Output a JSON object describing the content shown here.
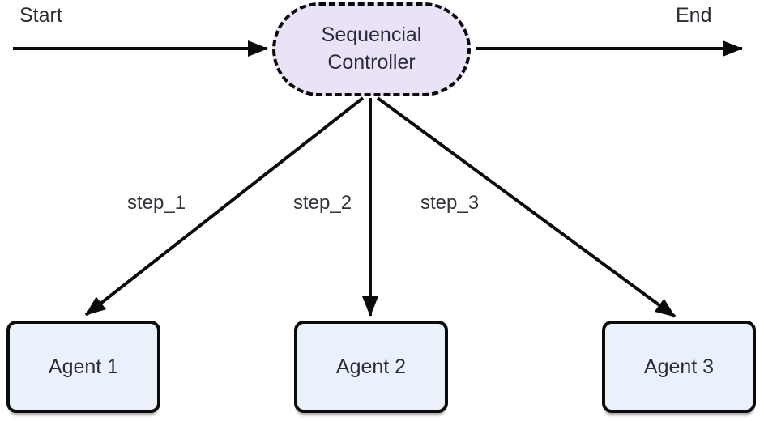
{
  "diagram": {
    "type": "flowchart",
    "nodes": {
      "start_label": "Start",
      "end_label": "End",
      "controller": {
        "line1": "Sequencial",
        "line2": "Controller"
      },
      "agents": [
        {
          "label": "Agent 1"
        },
        {
          "label": "Agent 2"
        },
        {
          "label": "Agent 3"
        }
      ]
    },
    "edges": [
      {
        "from": "Start",
        "to": "Sequencial Controller",
        "label": ""
      },
      {
        "from": "Sequencial Controller",
        "to": "End",
        "label": ""
      },
      {
        "from": "Sequencial Controller",
        "to": "Agent 1",
        "label": "step_1"
      },
      {
        "from": "Sequencial Controller",
        "to": "Agent 2",
        "label": "step_2"
      },
      {
        "from": "Sequencial Controller",
        "to": "Agent 3",
        "label": "step_3"
      }
    ],
    "edge_labels": [
      "step_1",
      "step_2",
      "step_3"
    ],
    "colors": {
      "controller_fill": "#EAE3F8",
      "agent_fill": "#EBF1FB",
      "stroke": "#0b0b0b",
      "text": "#2b2b3a",
      "background": "#ffffff"
    }
  }
}
